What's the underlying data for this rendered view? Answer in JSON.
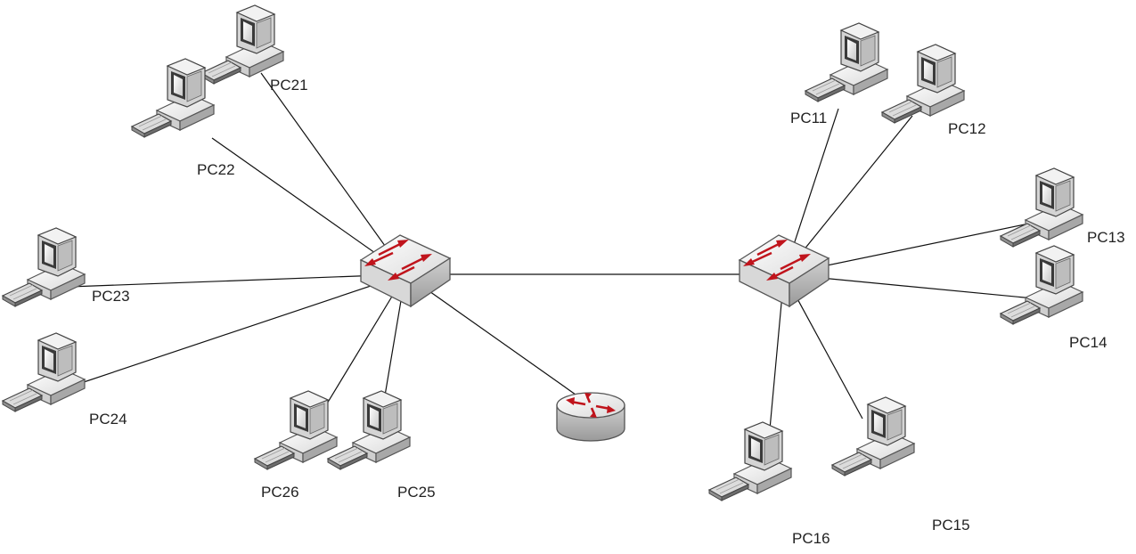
{
  "colors": {
    "link": "#111111",
    "arrow": "#c0141c",
    "device_body": "#e6e6e6",
    "device_edge": "#555555"
  },
  "devices": {
    "switch_left": {
      "icon": "switch-icon"
    },
    "switch_right": {
      "icon": "switch-icon"
    },
    "router": {
      "icon": "router-icon"
    }
  },
  "computers": [
    {
      "id": "pc21",
      "label": "PC21",
      "icon": "computer-icon"
    },
    {
      "id": "pc22",
      "label": "PC22",
      "icon": "computer-icon"
    },
    {
      "id": "pc23",
      "label": "PC23",
      "icon": "computer-icon"
    },
    {
      "id": "pc24",
      "label": "PC24",
      "icon": "computer-icon"
    },
    {
      "id": "pc26",
      "label": "PC26",
      "icon": "computer-icon"
    },
    {
      "id": "pc25",
      "label": "PC25",
      "icon": "computer-icon"
    },
    {
      "id": "pc11",
      "label": "PC11",
      "icon": "computer-icon"
    },
    {
      "id": "pc12",
      "label": "PC12",
      "icon": "computer-icon"
    },
    {
      "id": "pc13",
      "label": "PC13",
      "icon": "computer-icon"
    },
    {
      "id": "pc14",
      "label": "PC14",
      "icon": "computer-icon"
    },
    {
      "id": "pc16",
      "label": "PC16",
      "icon": "computer-icon"
    },
    {
      "id": "pc15",
      "label": "PC15",
      "icon": "computer-icon"
    }
  ],
  "links": [
    [
      "switch_left",
      "switch_right"
    ],
    [
      "switch_left",
      "router"
    ],
    [
      "switch_left",
      "pc21"
    ],
    [
      "switch_left",
      "pc22"
    ],
    [
      "switch_left",
      "pc23"
    ],
    [
      "switch_left",
      "pc24"
    ],
    [
      "switch_left",
      "pc26"
    ],
    [
      "switch_left",
      "pc25"
    ],
    [
      "switch_right",
      "pc11"
    ],
    [
      "switch_right",
      "pc12"
    ],
    [
      "switch_right",
      "pc13"
    ],
    [
      "switch_right",
      "pc14"
    ],
    [
      "switch_right",
      "pc16"
    ],
    [
      "switch_right",
      "pc15"
    ]
  ]
}
